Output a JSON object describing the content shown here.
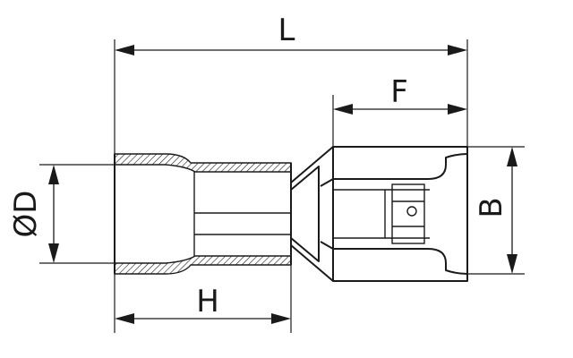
{
  "dimensions": {
    "length": "L",
    "contact_length": "F",
    "insulation_length": "H",
    "diameter": "ØD",
    "width": "B"
  }
}
